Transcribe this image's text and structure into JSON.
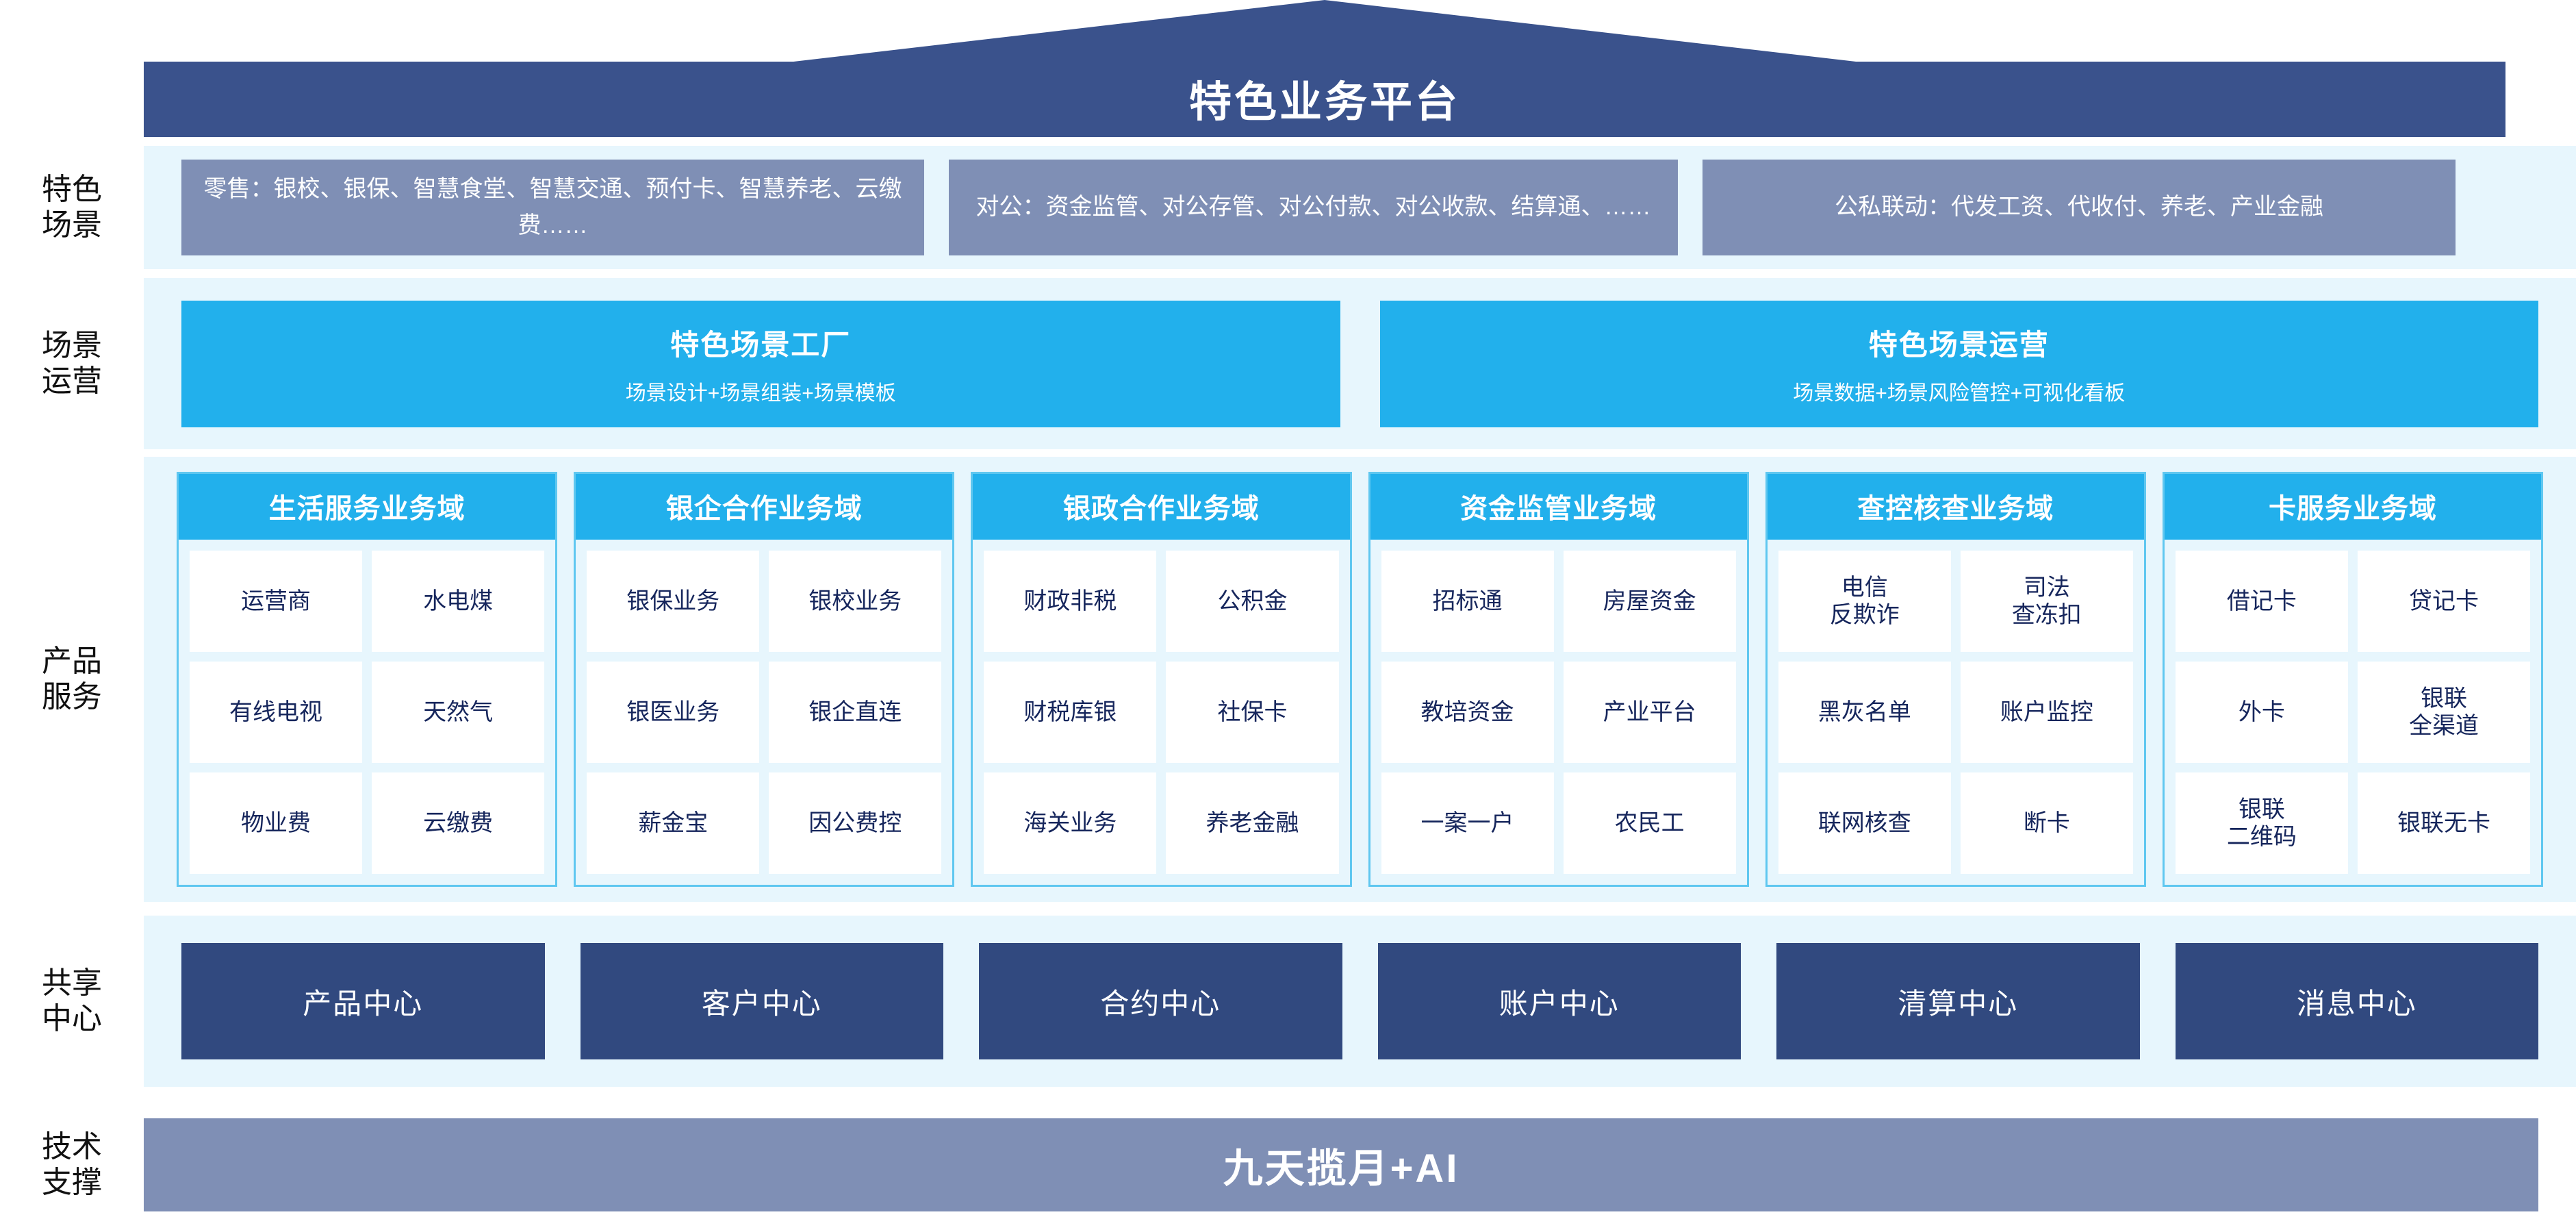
{
  "banner": {
    "title": "特色业务平台"
  },
  "rows": {
    "scenario": {
      "label_line1": "特色",
      "label_line2": "场景",
      "cards": [
        "零售：银校、银保、智慧食堂、智慧交通、预付卡、智慧养老、云缴费……",
        "对公：资金监管、对公存管、对公付款、对公收款、结算通、……",
        "公私联动：代发工资、代收付、养老、产业金融"
      ]
    },
    "operation": {
      "label_line1": "场景",
      "label_line2": "运营",
      "cards": [
        {
          "title": "特色场景工厂",
          "subtitle": "场景设计+场景组装+场景模板"
        },
        {
          "title": "特色场景运营",
          "subtitle": "场景数据+场景风险管控+可视化看板"
        }
      ]
    },
    "product": {
      "label_line1": "产品",
      "label_line2": "服务",
      "domains": [
        {
          "title": "生活服务业务域",
          "items": [
            "运营商",
            "水电煤",
            "有线电视",
            "天然气",
            "物业费",
            "云缴费"
          ]
        },
        {
          "title": "银企合作业务域",
          "items": [
            "银保业务",
            "银校业务",
            "银医业务",
            "银企直连",
            "薪金宝",
            "因公费控"
          ]
        },
        {
          "title": "银政合作业务域",
          "items": [
            "财政非税",
            "公积金",
            "财税库银",
            "社保卡",
            "海关业务",
            "养老金融"
          ]
        },
        {
          "title": "资金监管业务域",
          "items": [
            "招标通",
            "房屋资金",
            "教培资金",
            "产业平台",
            "一案一户",
            "农民工"
          ]
        },
        {
          "title": "查控核查业务域",
          "items": [
            "电信\n反欺诈",
            "司法\n查冻扣",
            "黑灰名单",
            "账户监控",
            "联网核查",
            "断卡"
          ]
        },
        {
          "title": "卡服务业务域",
          "items": [
            "借记卡",
            "贷记卡",
            "外卡",
            "银联\n全渠道",
            "银联\n二维码",
            "银联无卡"
          ]
        }
      ]
    },
    "shared": {
      "label_line1": "共享",
      "label_line2": "中心",
      "cards": [
        "产品中心",
        "客户中心",
        "合约中心",
        "账户中心",
        "清算中心",
        "消息中心"
      ]
    },
    "tech": {
      "label_line1": "技术",
      "label_line2": "支撑",
      "bar_label": "九天揽月+AI"
    }
  },
  "colors": {
    "roof_navy": "#3a528c",
    "panel_bg": "#e7f6fd",
    "scenario_card": "#7f8fb5",
    "cyan": "#22b0ec",
    "center_navy": "#31497f",
    "tech_bar": "#7f8fb5",
    "chip_text": "#16265c"
  }
}
